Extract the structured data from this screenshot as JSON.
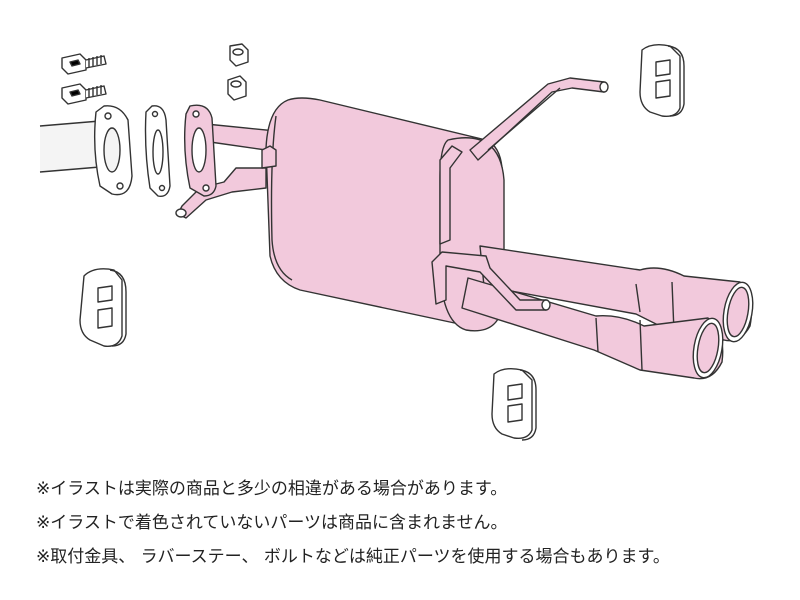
{
  "colors": {
    "muffler_fill": "#f2c9dc",
    "outline": "#333333",
    "shade": "#e2b0c8",
    "white": "#ffffff",
    "pipe_gray": "#f4f4f4"
  },
  "notes": [
    "※イラストは実際の商品と多少の相違がある場合があります。",
    "※イラストで着色されていないパーツは商品に含まれません。",
    "※取付金具、 ラバーステー、 ボルトなどは純正パーツを使用する場合もあります。"
  ]
}
